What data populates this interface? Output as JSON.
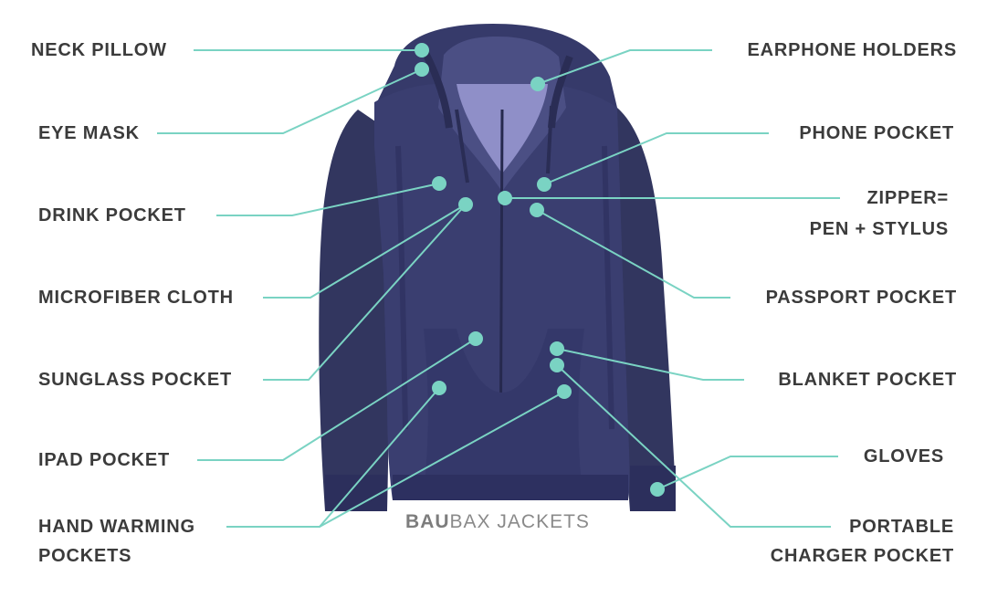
{
  "accent_color": "#7ad3c3",
  "jacket_color": "#363a6a",
  "brand": {
    "bold": "BAU",
    "rest": "BAX JACKETS"
  },
  "labels": {
    "neck_pillow": "NECK PILLOW",
    "eye_mask": "EYE MASK",
    "drink_pocket": "DRINK POCKET",
    "microfiber_cloth": "MICROFIBER CLOTH",
    "sunglass_pocket": "SUNGLASS POCKET",
    "ipad_pocket": "IPAD POCKET",
    "hand_warming_1": "HAND WARMING",
    "hand_warming_2": "POCKETS",
    "earphone_holders": "EARPHONE HOLDERS",
    "phone_pocket": "PHONE POCKET",
    "zipper_1": "ZIPPER=",
    "zipper_2": "PEN + STYLUS",
    "passport_pocket": "PASSPORT POCKET",
    "blanket_pocket": "BLANKET POCKET",
    "gloves": "GLOVES",
    "charger_1": "PORTABLE",
    "charger_2": "CHARGER POCKET"
  }
}
